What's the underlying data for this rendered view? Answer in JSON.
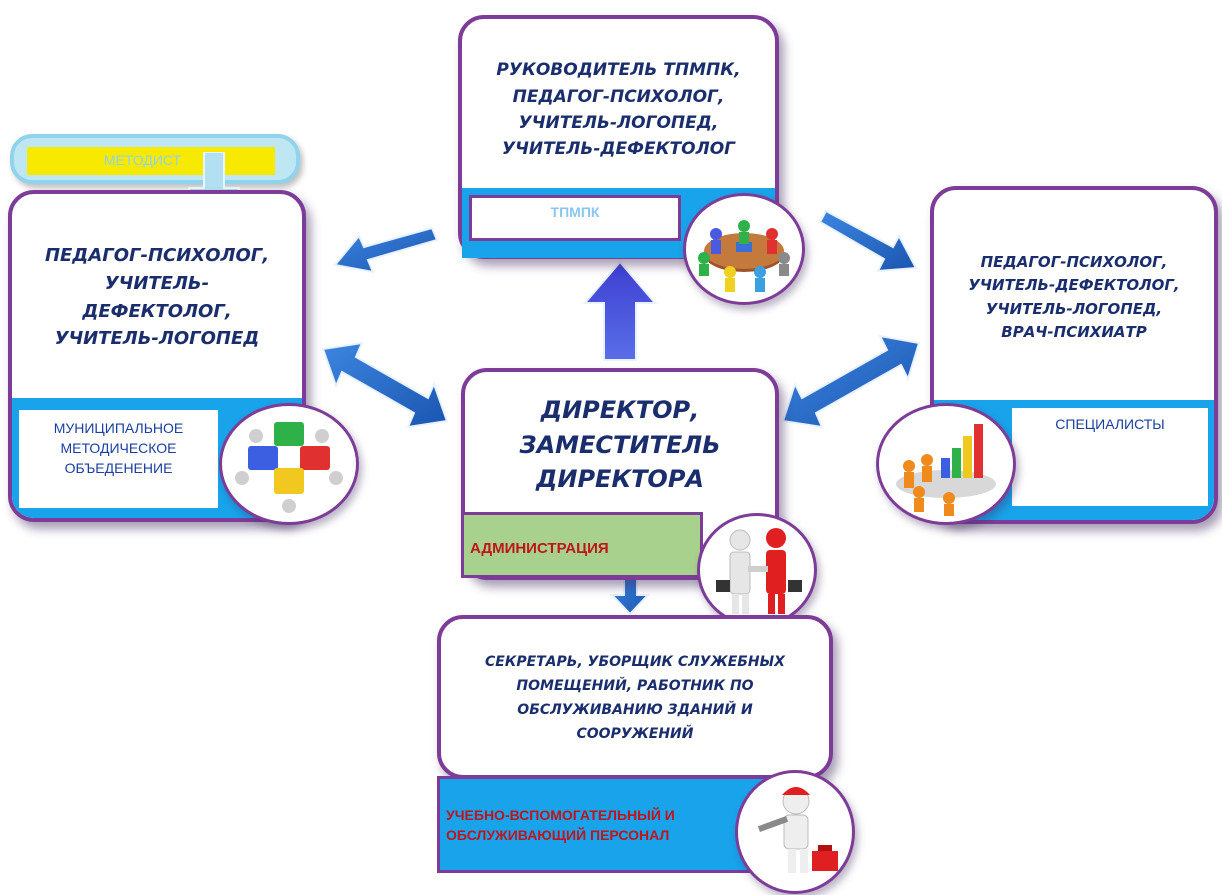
{
  "metodist": {
    "label": "МЕТОДИСТ"
  },
  "tpmpk": {
    "title_lines": [
      "Руководитель ТПМПК,",
      "педагог-психолог,",
      "учитель-логопед,",
      "учитель-дефектолог"
    ],
    "label": "ТПМПК"
  },
  "municipal": {
    "title_lines": [
      "Педагог-психолог,",
      "учитель-",
      "дефектолог,",
      "учитель-логопед"
    ],
    "label_lines": [
      "МУНИЦИПАЛЬНОЕ",
      "МЕТОДИЧЕСКОЕ",
      "ОБЪЕДЕНЕНИЕ"
    ]
  },
  "specialists": {
    "title_lines": [
      "Педагог-психолог,",
      "учитель-дефектолог,",
      "учитель-логопед,",
      "врач-психиатр"
    ],
    "label": "СПЕЦИАЛИСТЫ"
  },
  "administration": {
    "title_lines": [
      "ДИРЕКТОР,",
      "ЗАМЕСТИТЕЛЬ",
      "ДИРЕКТОРА"
    ],
    "label": "АДМИНИСТРАЦИЯ"
  },
  "staff": {
    "title_lines": [
      "Секретарь, уборщик служебных",
      "помещений, работник по",
      "обслуживанию зданий и",
      "сооружений"
    ],
    "label_lines": [
      "УЧЕБНО-ВСПОМОГАТЕЛЬНЫЙ И",
      "ОБСЛУЖИВАЮЩИЙ ПЕРСОНАЛ"
    ]
  },
  "colors": {
    "frame": "#7d3c98",
    "strip": "#19a3ea",
    "title_text": "#1a2e6e",
    "arrow": "#2266c4",
    "label_blue": "#1a3fa0",
    "label_red": "#c0141c",
    "metodist_fill": "#f7ea00",
    "admin_fill": "#a9d18e"
  },
  "icons": [
    "meeting-icon",
    "puzzle-team-icon",
    "growth-chart-icon",
    "handshake-icon",
    "repairman-icon"
  ]
}
